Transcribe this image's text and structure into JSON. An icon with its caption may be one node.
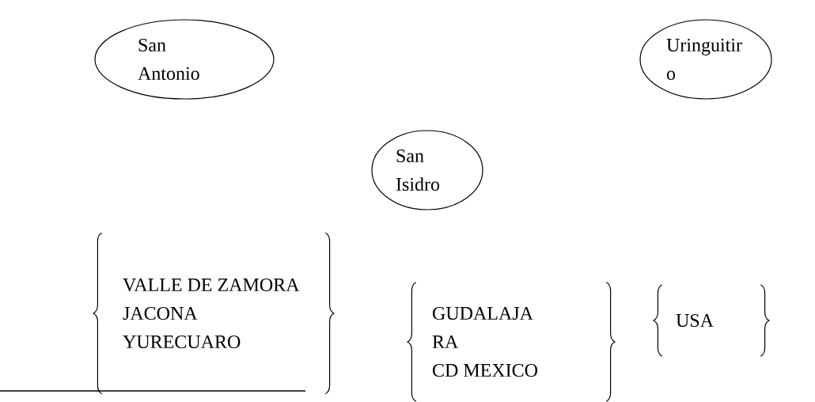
{
  "diagram": {
    "nodes": [
      {
        "text": [
          "San Antonio"
        ]
      },
      {
        "text": [
          "Uringuitir",
          "o"
        ]
      },
      {
        "text": [
          "San Isidro"
        ]
      },
      {
        "text": [
          "VALLE DE ZAMORA",
          "JACONA",
          "YURECUARO"
        ]
      },
      {
        "text": [
          "GUDALAJA",
          "RA",
          "CD MEXICO"
        ]
      },
      {
        "text": [
          "USA"
        ]
      }
    ]
  }
}
